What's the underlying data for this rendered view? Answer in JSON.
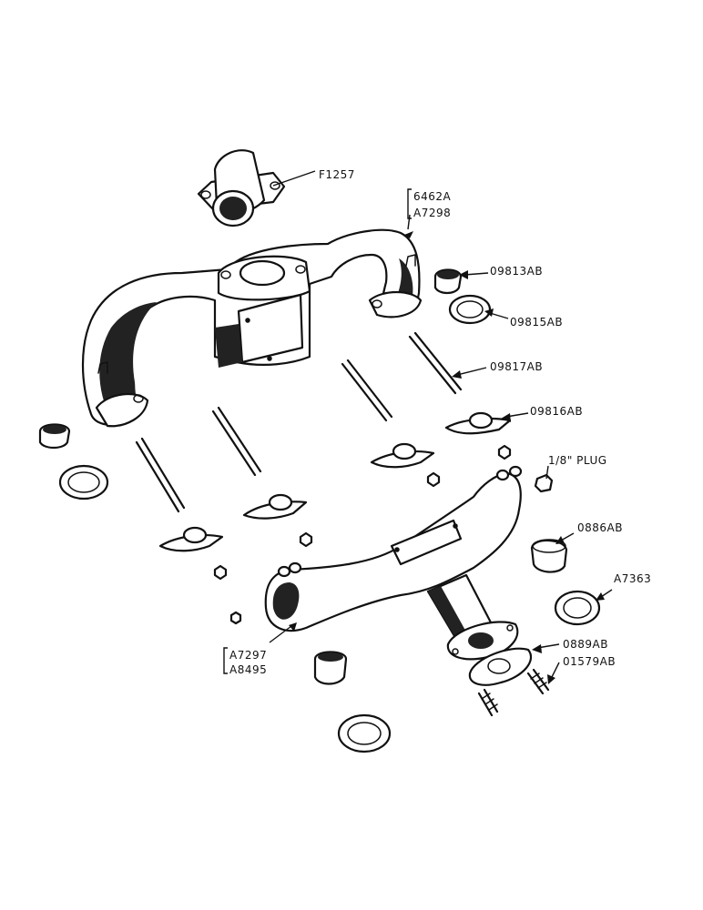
{
  "labels": {
    "f1257": "F1257",
    "p6462a": "6462A",
    "a7298": "A7298",
    "p09813ab": "09813AB",
    "p09815ab": "09815AB",
    "p09817ab": "09817AB",
    "p09816ab": "09816AB",
    "plug": "1/8\" PLUG",
    "p0886ab": "0886AB",
    "a7363": "A7363",
    "p0889ab": "0889AB",
    "p01579ab": "01579AB",
    "a7297": "A7297",
    "a8495": "A8495"
  }
}
